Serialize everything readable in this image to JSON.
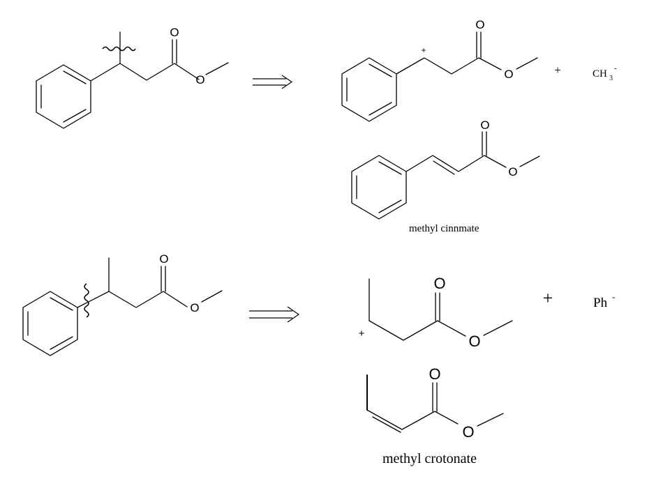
{
  "atoms": {
    "oxygen": "O"
  },
  "signs": {
    "plus": "+",
    "cation": "+",
    "anion": "-"
  },
  "reagents": {
    "methyl_anion_base": "CH",
    "methyl_anion_sub": "3",
    "phenyl_anion_base": "Ph"
  },
  "names": {
    "cinnamate": "methyl cinnmate",
    "crotonate": "methyl crotonate"
  }
}
